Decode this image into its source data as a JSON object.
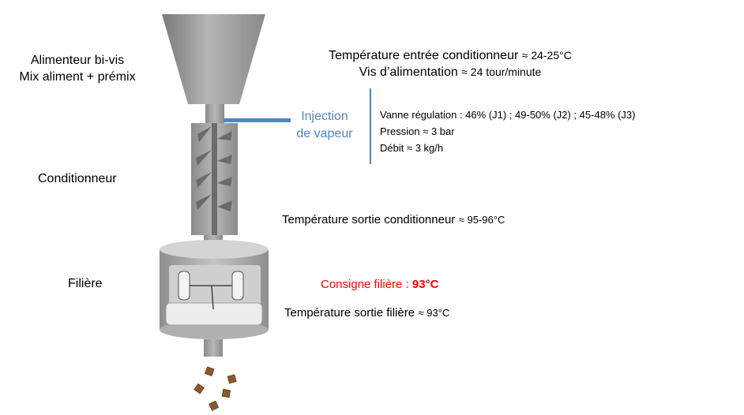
{
  "labels": {
    "feeder_line1": "Alimenteur bi-vis",
    "feeder_line2": "Mix aliment + prémix",
    "conditioner": "Conditionneur",
    "die": "Filière"
  },
  "measurements": {
    "temp_in_label": "Température entrée conditionneur",
    "temp_in_value": "≈ 24-25°C",
    "screw_label": "Vis d’alimentation",
    "screw_value": "≈ 24 tour/minute",
    "steam_line1": "Injection",
    "steam_line2": "de vapeur",
    "valve_label": "Vanne régulation : ",
    "valve_value": "46% (J1) ; 49-50% (J2) ; 45-48% (J3)",
    "pressure_label": "Pression ",
    "pressure_value": "≈ 3 bar",
    "flow_label": "Débit ",
    "flow_value": "≈ 3 kg/h",
    "temp_out_label": "Température sortie conditionneur",
    "temp_out_value": "≈ 95-96°C",
    "setpoint_label": "Consigne filière : ",
    "setpoint_value": "93°C",
    "die_temp_label": "Température sortie filière",
    "die_temp_value": "≈ 93°C"
  },
  "colors": {
    "machine_gray": "#9a9a9a",
    "steam_blue": "#4f86c6",
    "setpoint_red": "#ff0000",
    "pellet_brown": "#8b5a2b"
  }
}
